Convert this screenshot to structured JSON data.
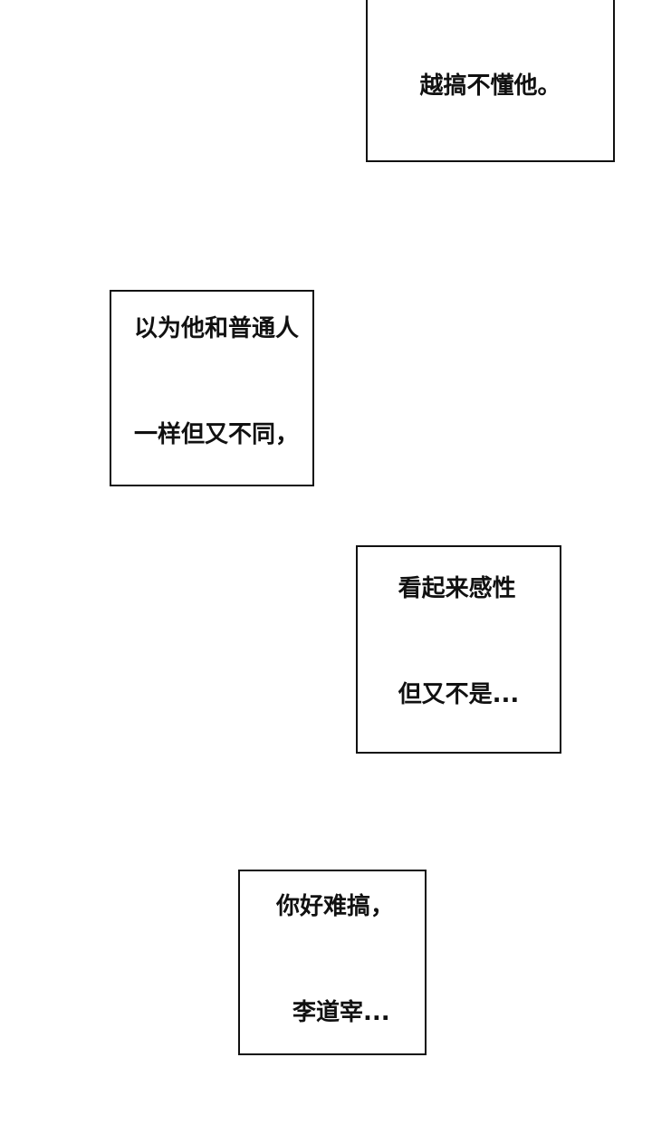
{
  "panels": [
    {
      "lines": [
        "越搞不懂他。"
      ]
    },
    {
      "lines": [
        "以为他和普通人",
        "一样但又不同，"
      ]
    },
    {
      "lines": [
        "看起来感性",
        "但又不是..."
      ]
    },
    {
      "lines": [
        "你好难搞，",
        "李道宰..."
      ]
    }
  ]
}
